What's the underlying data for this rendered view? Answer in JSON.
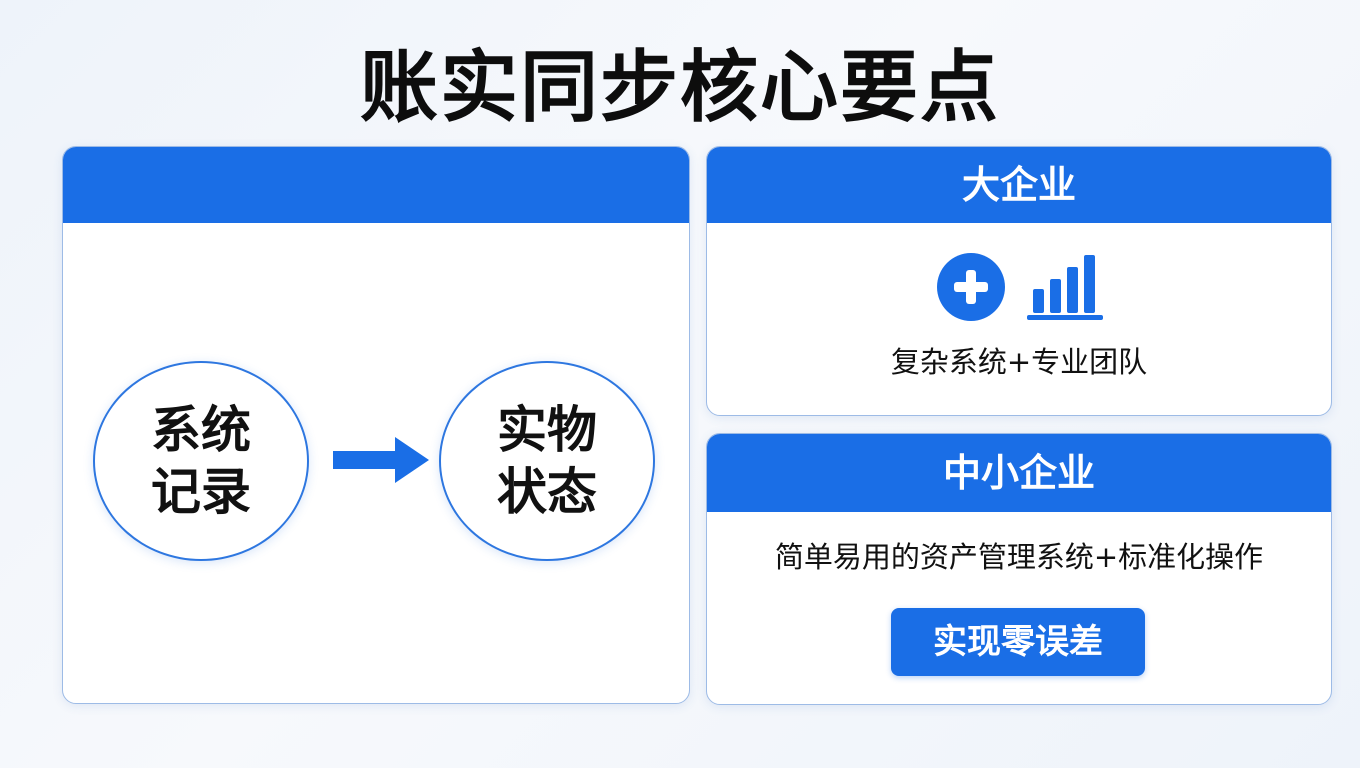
{
  "title": "账实同步核心要点",
  "flow": {
    "source": {
      "line1": "系统",
      "line2": "记录"
    },
    "target": {
      "line1": "实物",
      "line2": "状态"
    },
    "arrow_icon": "arrow-right-icon"
  },
  "large_enterprise": {
    "header": "大企业",
    "icons": [
      "plus-circle-icon",
      "bar-chart-icon"
    ],
    "description": "复杂系统+专业团队"
  },
  "sme": {
    "header": "中小企业",
    "description": "简单易用的资产管理系统+标准化操作",
    "badge": "实现零误差"
  },
  "colors": {
    "accent": "#1a6ee6",
    "border": "#9dbbe6",
    "circle_border": "#2e77e0"
  }
}
